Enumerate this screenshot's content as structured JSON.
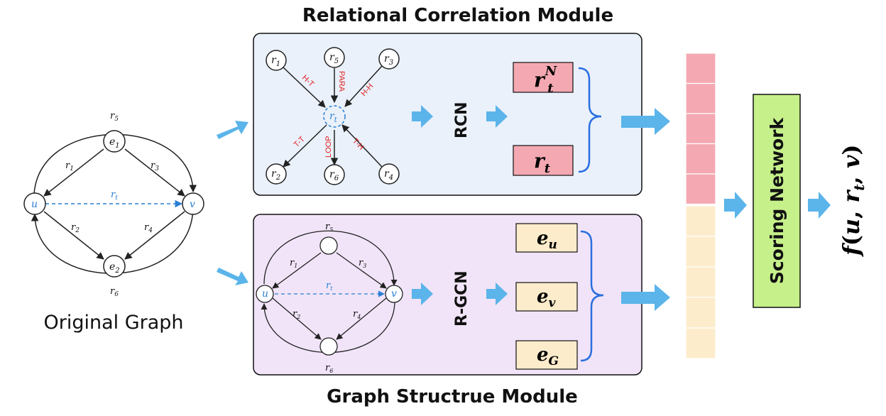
{
  "colors": {
    "rcm_panel_fill": "#eaf1fa",
    "gsm_panel_fill": "#f1e4f8",
    "pink": "#f4a9b2",
    "cream": "#fdeccb",
    "scoring_fill": "#c6f08a",
    "arrow": "#5bb4ea",
    "brace": "#2a6fe0",
    "relation_label": "#e02020",
    "target_edge": "#2a7fd4"
  },
  "original_graph": {
    "title": "Original Graph",
    "nodes": {
      "u": "u",
      "v": "v",
      "e1": "e",
      "e1_sub": "1",
      "e2": "e",
      "e2_sub": "2"
    },
    "edges": {
      "r1": "r",
      "r1_sub": "1",
      "r2": "r",
      "r2_sub": "2",
      "r3": "r",
      "r3_sub": "3",
      "r4": "r",
      "r4_sub": "4",
      "r5": "r",
      "r5_sub": "5",
      "r6": "r",
      "r6_sub": "6",
      "rt": "r",
      "rt_sub": "t"
    }
  },
  "relational_module": {
    "title": "Relational Correlation Module",
    "network_label": "RCN",
    "center": {
      "main": "r",
      "sub": "t"
    },
    "nodes": [
      {
        "main": "r",
        "sub": "1"
      },
      {
        "main": "r",
        "sub": "5"
      },
      {
        "main": "r",
        "sub": "3"
      },
      {
        "main": "r",
        "sub": "2"
      },
      {
        "main": "r",
        "sub": "6"
      },
      {
        "main": "r",
        "sub": "4"
      }
    ],
    "relations": [
      "H-T",
      "PARA",
      "H-H",
      "T-T",
      "LOOP",
      "T-H"
    ],
    "outputs": [
      {
        "main": "r",
        "sub": "t",
        "sup": "N"
      },
      {
        "main": "r",
        "sub": "t"
      }
    ]
  },
  "graph_module": {
    "title": "Graph Structrue Module",
    "network_label": "R-GCN",
    "nodes": {
      "u": "u",
      "v": "v"
    },
    "edges": {
      "r1": "r",
      "r1_sub": "1",
      "r2": "r",
      "r2_sub": "2",
      "r3": "r",
      "r3_sub": "3",
      "r4": "r",
      "r4_sub": "4",
      "r5": "r",
      "r5_sub": "5",
      "r6": "r",
      "r6_sub": "6",
      "rt": "r",
      "rt_sub": "t"
    },
    "outputs": [
      {
        "main": "e",
        "sub": "u"
      },
      {
        "main": "e",
        "sub": "v"
      },
      {
        "main": "e",
        "sub": "G"
      }
    ]
  },
  "scoring": {
    "label": "Scoring Network",
    "output": {
      "fn": "f",
      "open": "(",
      "a": "u",
      "comma1": ", ",
      "b": "r",
      "b_sub": "t",
      "comma2": ", ",
      "c": "v",
      "close": ")"
    }
  }
}
